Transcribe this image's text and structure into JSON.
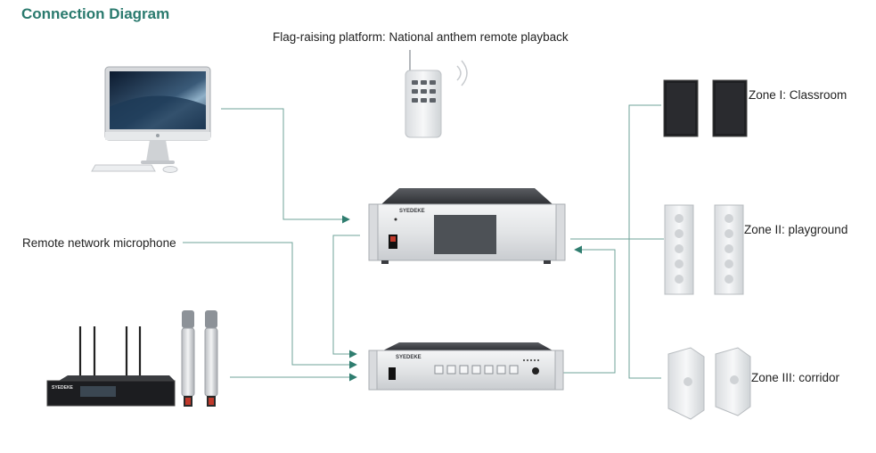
{
  "header": {
    "title": "Connection Diagram"
  },
  "labels": {
    "flag_platform": "Flag-raising platform: National anthem remote playback",
    "remote_mic": "Remote network microphone",
    "zone1": "Zone I: Classroom",
    "zone2": "Zone II: playground",
    "zone3": "Zone III: corridor"
  },
  "devices": {
    "server_brand": "SYEDEKE",
    "amplifier_brand": "SYEDEKE",
    "receiver_brand": "SYEDEKE"
  },
  "colors": {
    "title": "#2a7a6e",
    "connector_line": "#6fa39a",
    "arrow": "#2f7d6f"
  }
}
